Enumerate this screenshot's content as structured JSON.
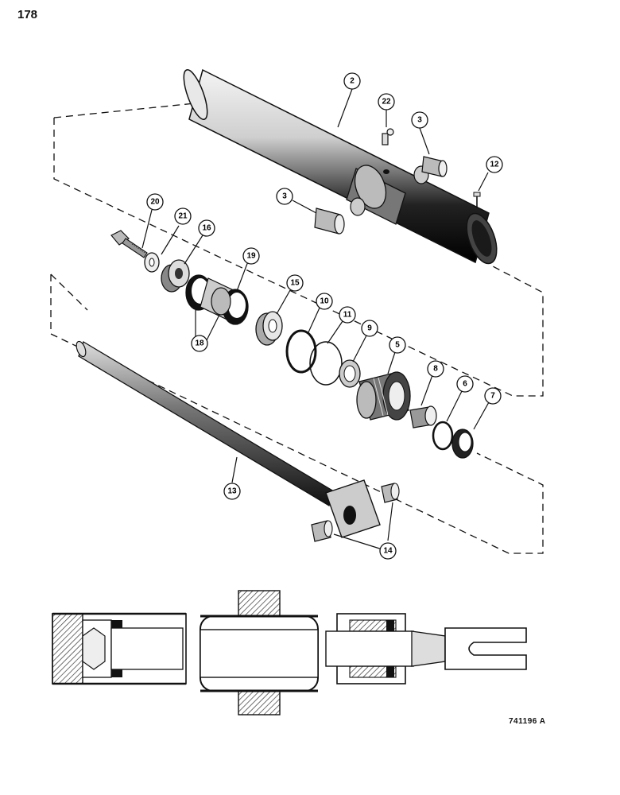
{
  "page": {
    "number": "178",
    "figure_id": "741196 A"
  },
  "callouts": [
    "2",
    "22",
    "3",
    "12",
    "3",
    "20",
    "21",
    "16",
    "19",
    "15",
    "10",
    "11",
    "9",
    "5",
    "18",
    "8",
    "6",
    "7",
    "13",
    "14"
  ],
  "colors": {
    "ink": "#111111",
    "paper": "#ffffff",
    "shade": "#555555",
    "hatch": "#333333"
  }
}
